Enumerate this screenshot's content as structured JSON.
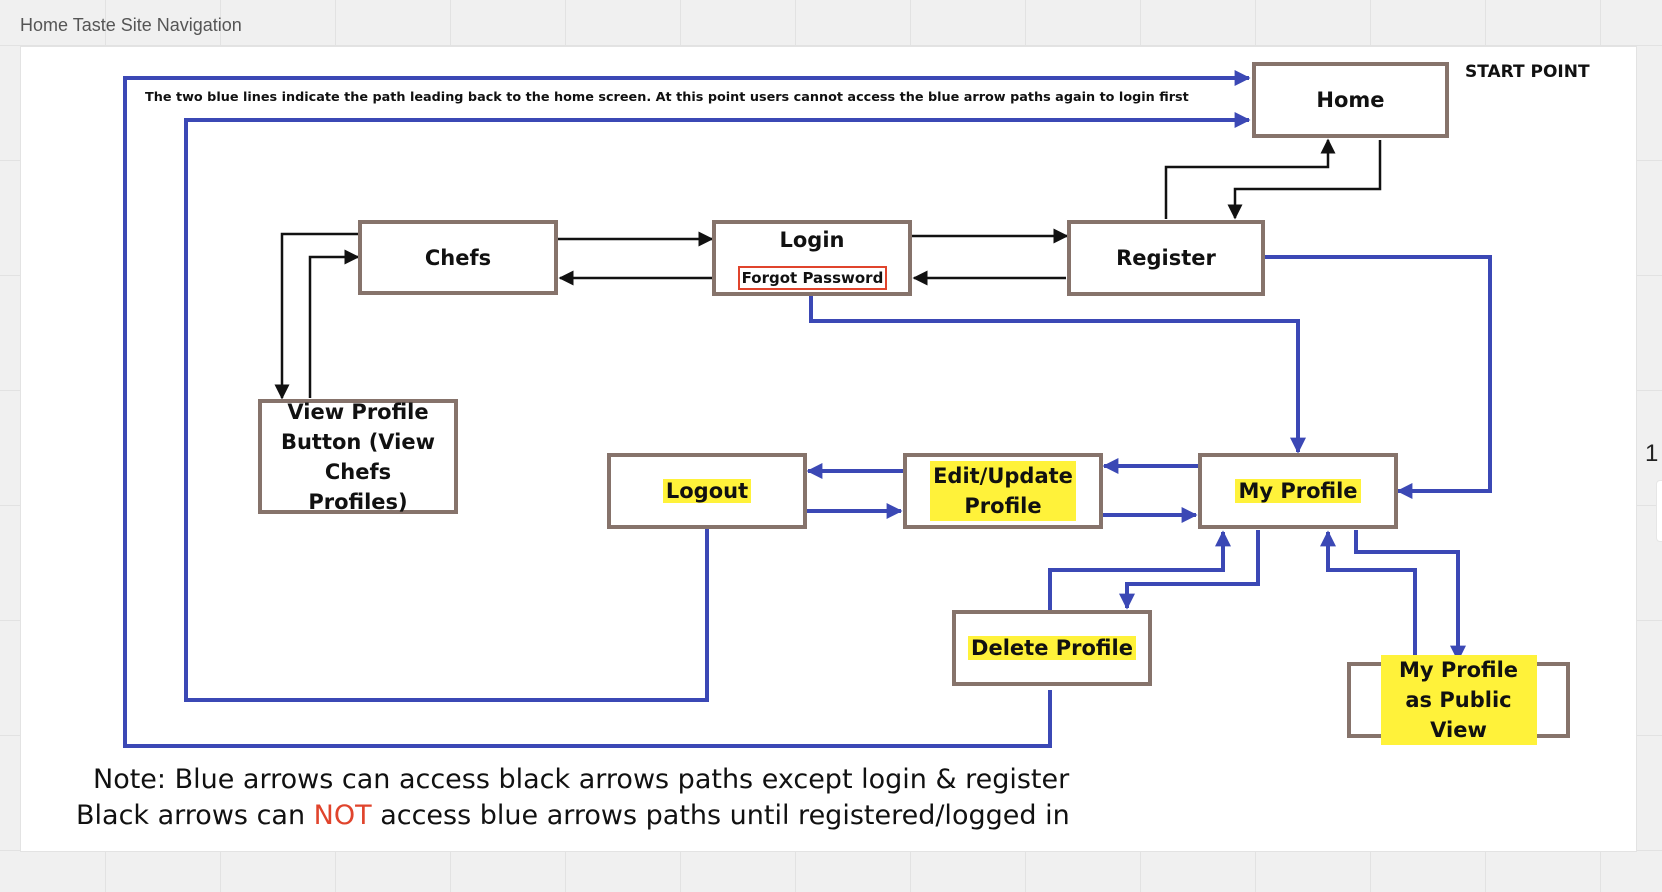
{
  "frame_title": "Home Taste Site Navigation",
  "edge_char": "1",
  "header_note": "The two blue lines indicate the path leading back to the home screen. At this point users cannot access the blue arrow paths again to login first",
  "start_point": "START POINT",
  "nodes": {
    "home": "Home",
    "chefs": "Chefs",
    "login": "Login",
    "forgot_password": "Forgot Password",
    "register": "Register",
    "view_profile": "View Profile Button (View Chefs Profiles)",
    "logout": "Logout",
    "edit_update_profile": "Edit/Update Profile",
    "my_profile": "My Profile",
    "delete_profile": "Delete Profile",
    "my_profile_public": "My Profile  as Public View"
  },
  "footer": {
    "line1": "Note: Blue arrows can access black arrows paths except login & register",
    "line2_before": "Black arrows can ",
    "line2_highlight": "NOT",
    "line2_after": " access blue arrows paths until registered/logged in"
  },
  "colors": {
    "blue_path": "#3b48b5",
    "black_path": "#111111",
    "box_border": "#86736b",
    "highlight": "#fff23a",
    "emphasis_red": "#e0442c"
  }
}
